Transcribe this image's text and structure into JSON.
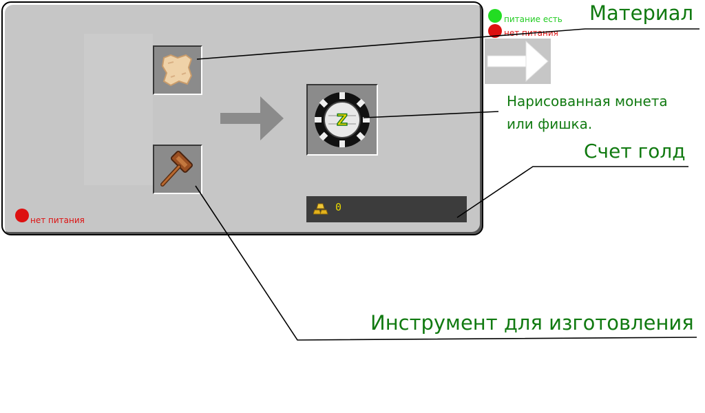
{
  "status": {
    "power_on": "питание есть",
    "power_off": "нет питания",
    "power_off_bottom": "нет питания"
  },
  "gold": {
    "count": "0"
  },
  "callouts": {
    "material": "Материал",
    "drawn_coin_line1": "Нарисованная монета",
    "drawn_coin_line2": "или фишка.",
    "gold_count": "Счет голд",
    "tool": "Инструмент для изготовления"
  },
  "colors": {
    "callout_text": "#117a11",
    "power_on": "#22cc22",
    "power_off": "#dd1111"
  },
  "icons": {
    "material_slot": "parchment-icon",
    "tool_slot": "hammer-icon",
    "output_slot": "poker-chip-icon",
    "gold": "gold-ingots-icon"
  }
}
